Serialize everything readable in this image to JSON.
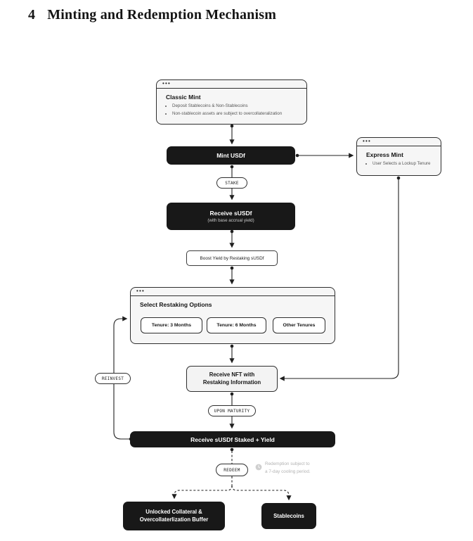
{
  "heading": {
    "number": "4",
    "title": "Minting and Redemption Mechanism"
  },
  "flowchart": {
    "window_dots": "•••",
    "classic_mint": {
      "title": "Classic Mint",
      "bullets": [
        "Deposit Stablecoins & Non-Stablecoins",
        "Non-stablecoin assets are subject to overcollateralization"
      ]
    },
    "express_mint": {
      "title": "Express Mint",
      "bullets": [
        "User Selects a Lockup Tenure"
      ]
    },
    "mint_usdf": {
      "label": "Mint USDf"
    },
    "stake_pill": {
      "label": "STAKE"
    },
    "receive_susdf": {
      "label": "Receive sUSDf",
      "sublabel": "(with base accrual yield)"
    },
    "boost": {
      "label": "Boost Yield by Restaking sUSDf"
    },
    "select_restaking": {
      "title": "Select Restaking Options",
      "options": [
        "Tenure: 3 Months",
        "Tenure: 6 Months",
        "Other Tenures"
      ]
    },
    "receive_nft": {
      "line1": "Receive NFT with",
      "line2": "Restaking Information"
    },
    "reinvest_pill": {
      "label": "REINVEST"
    },
    "upon_maturity_pill": {
      "label": "UPON MATURITY"
    },
    "staked_yield": {
      "label": "Receive sUSDf Staked + Yield"
    },
    "redeem_pill": {
      "label": "REDEEM"
    },
    "redemption_note": {
      "line1": "Redemption subject to",
      "line2": "a 7-day cooling period."
    },
    "unlocked_collateral": {
      "line1": "Unlocked Collateral &",
      "line2": "Overcollaterlization Buffer"
    },
    "stablecoins": {
      "label": "Stablecoins"
    },
    "colors": {
      "node_dark": "#181818",
      "panel_bg": "#f6f6f6",
      "border": "#2e2e2e",
      "muted_text": "#575757",
      "note_text": "#b3b3b3"
    }
  }
}
